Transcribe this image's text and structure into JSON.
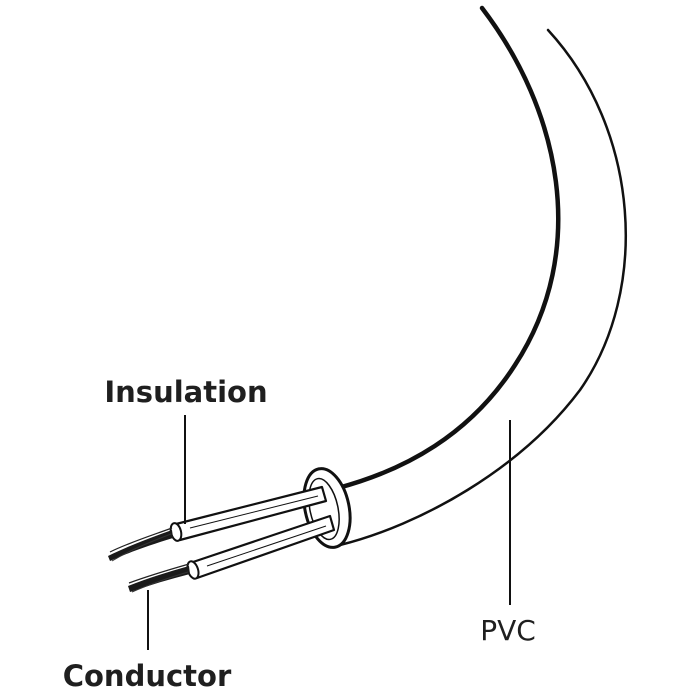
{
  "labels": {
    "insulation": "Insulation",
    "conductor": "Conductor",
    "pvc": "PVC"
  },
  "colors": {
    "line": "#111111",
    "fill": "#ffffff",
    "text": "#1f1f1f"
  }
}
